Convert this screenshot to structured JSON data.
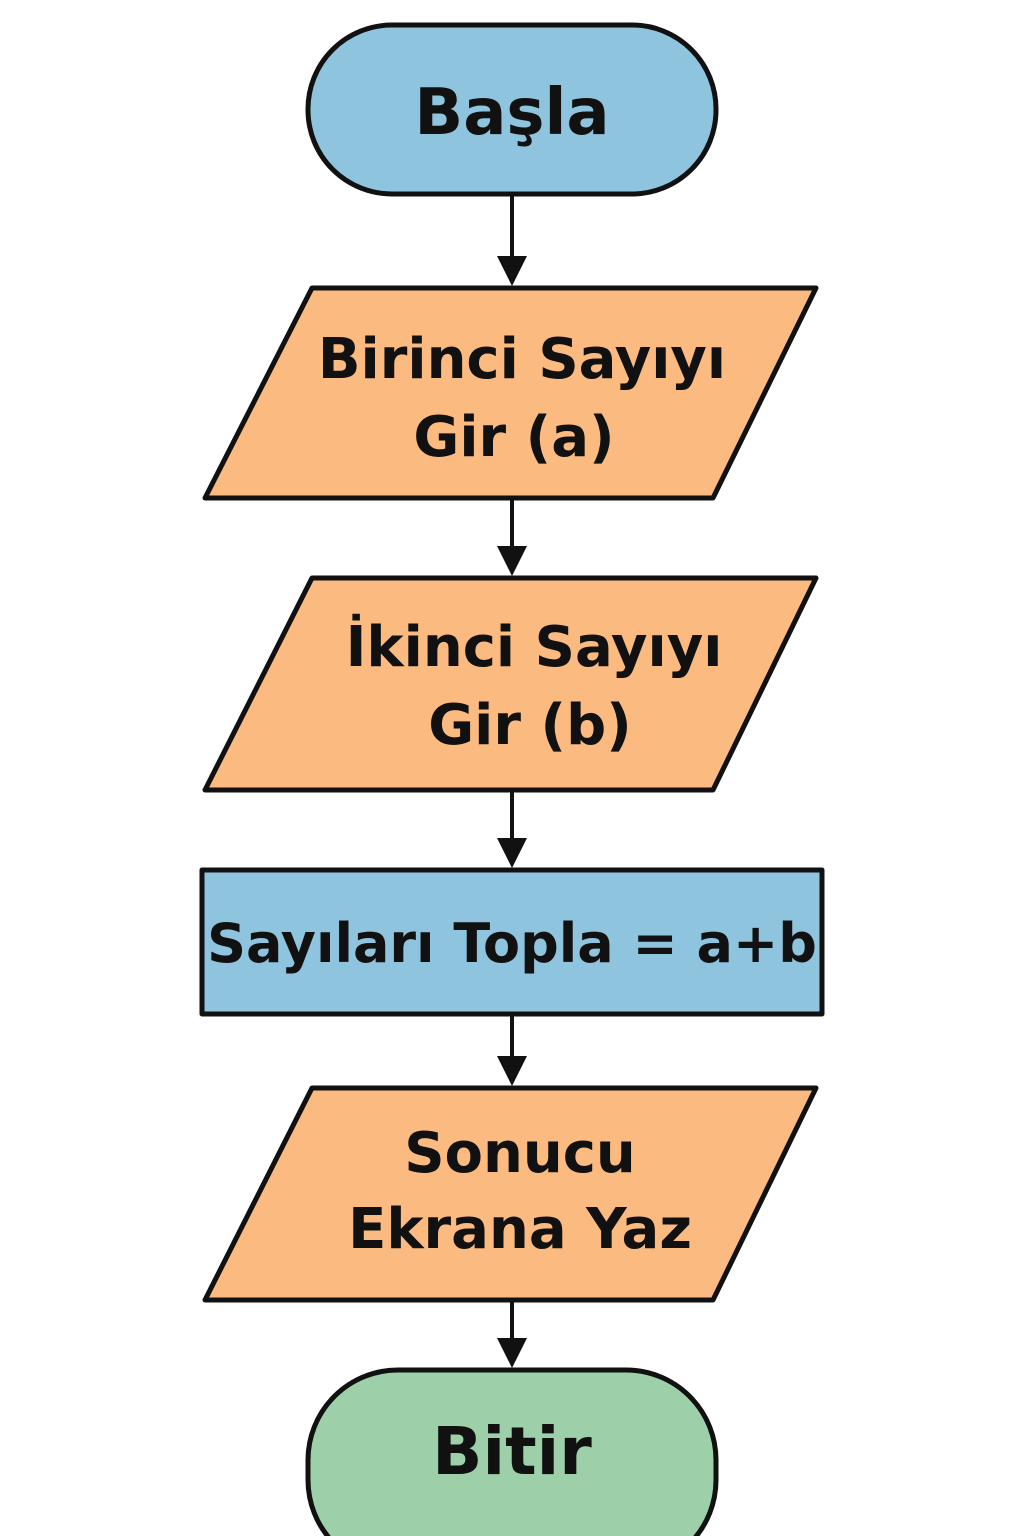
{
  "colors": {
    "terminator_start": "#8fc4de",
    "io": "#fbbb80",
    "process": "#8fc4de",
    "terminator_end": "#9dd0a8",
    "stroke": "#111111"
  },
  "nodes": {
    "start": {
      "label": "Başla"
    },
    "input_a": {
      "line1": "Birinci Sayıyı",
      "line2": "Gir (a)"
    },
    "input_b": {
      "line1": "İkinci Sayıyı",
      "line2": "Gir (b)"
    },
    "process": {
      "label": "Sayıları Topla = a+b"
    },
    "output": {
      "line1": "Sonucu",
      "line2": "Ekrana Yaz"
    },
    "end": {
      "label": "Bitir"
    }
  }
}
